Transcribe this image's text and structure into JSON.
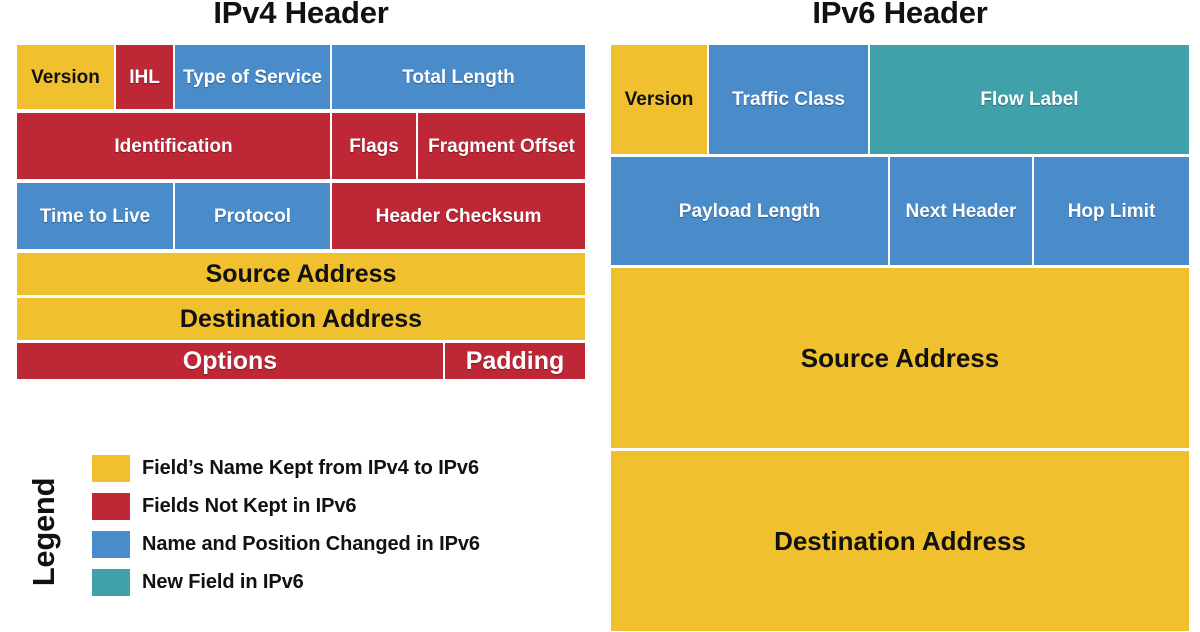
{
  "colors": {
    "kept": "#F0C02E",
    "not_kept": "#BE2736",
    "changed": "#4A8CCA",
    "new": "#41A1AB",
    "text_dark": "#111111",
    "text_light": "#FFFFFF",
    "background": "#FFFFFF"
  },
  "ipv4": {
    "title": "IPv4 Header",
    "rows": [
      {
        "fields": [
          {
            "label": "Version",
            "category": "kept"
          },
          {
            "label": "IHL",
            "category": "not_kept"
          },
          {
            "label": "Type of Service",
            "category": "changed"
          },
          {
            "label": "Total Length",
            "category": "changed"
          }
        ]
      },
      {
        "fields": [
          {
            "label": "Identification",
            "category": "not_kept"
          },
          {
            "label": "Flags",
            "category": "not_kept"
          },
          {
            "label": "Fragment Offset",
            "category": "not_kept"
          }
        ]
      },
      {
        "fields": [
          {
            "label": "Time to Live",
            "category": "changed"
          },
          {
            "label": "Protocol",
            "category": "changed"
          },
          {
            "label": "Header Checksum",
            "category": "not_kept"
          }
        ]
      },
      {
        "fields": [
          {
            "label": "Source Address",
            "category": "kept"
          }
        ]
      },
      {
        "fields": [
          {
            "label": "Destination Address",
            "category": "kept"
          }
        ]
      },
      {
        "fields": [
          {
            "label": "Options",
            "category": "not_kept"
          },
          {
            "label": "Padding",
            "category": "not_kept"
          }
        ]
      }
    ]
  },
  "ipv6": {
    "title": "IPv6 Header",
    "rows": [
      {
        "fields": [
          {
            "label": "Version",
            "category": "kept"
          },
          {
            "label": "Traffic Class",
            "category": "changed"
          },
          {
            "label": "Flow Label",
            "category": "new"
          }
        ]
      },
      {
        "fields": [
          {
            "label": "Payload Length",
            "category": "changed"
          },
          {
            "label": "Next Header",
            "category": "changed"
          },
          {
            "label": "Hop Limit",
            "category": "changed"
          }
        ]
      },
      {
        "fields": [
          {
            "label": "Source Address",
            "category": "kept"
          }
        ]
      },
      {
        "fields": [
          {
            "label": "Destination Address",
            "category": "kept"
          }
        ]
      }
    ]
  },
  "legend": {
    "title": "Legend",
    "items": [
      {
        "label": "Field’s Name Kept from IPv4 to IPv6",
        "category": "kept"
      },
      {
        "label": "Fields Not Kept in IPv6",
        "category": "not_kept"
      },
      {
        "label": "Name and Position Changed in IPv6",
        "category": "changed"
      },
      {
        "label": "New Field in IPv6",
        "category": "new"
      }
    ]
  }
}
